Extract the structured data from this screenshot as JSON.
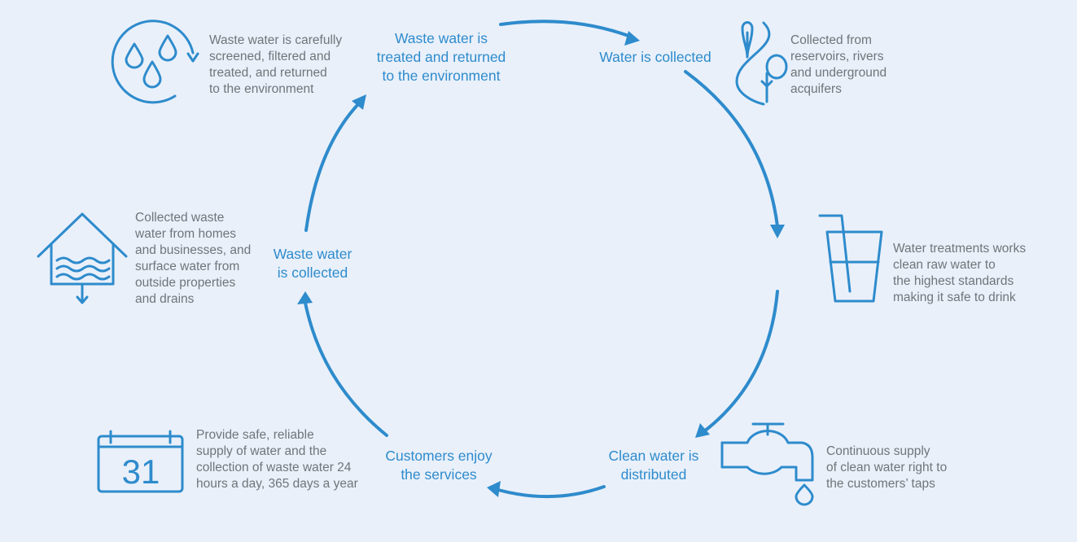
{
  "colors": {
    "background": "#e9f0fa",
    "accent": "#2e8bcc",
    "description_text": "#707579"
  },
  "stages": {
    "treated": "Waste water is\ntreated and returned\nto the environment",
    "collected": "Water is collected",
    "distributed": "Clean water is\ndistributed",
    "customers": "Customers enjoy\nthe services",
    "waste_collected": "Waste water\nis collected"
  },
  "descriptions": {
    "treated": "Waste water is carefully\nscreened, filtered and\ntreated, and returned\nto the environment",
    "collected": "Collected from\nreservoirs, rivers\nand underground\nacquifers",
    "treatment_works": "Water treatments works\nclean raw water to\nthe highest standards\nmaking it safe to drink",
    "distributed": "Continuous supply\nof clean water right to\nthe customers’ taps",
    "customers": "Provide safe, reliable\nsupply of water and the\ncollection of waste water 24\nhours a day, 365 days a year",
    "waste_collected": "Collected waste\nwater from homes\nand businesses, and\nsurface water from\noutside properties\nand drains"
  },
  "calendar": {
    "day": "31"
  },
  "icons": [
    "water-drops-icon",
    "river-trees-icon",
    "glass-of-water-icon",
    "tap-icon",
    "calendar-icon",
    "house-water-icon"
  ]
}
